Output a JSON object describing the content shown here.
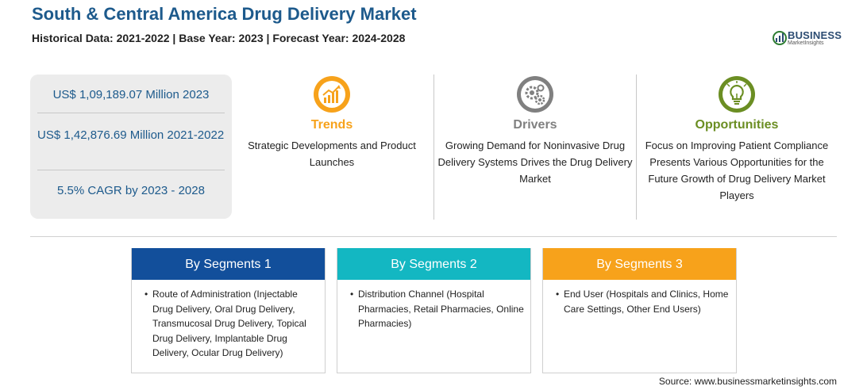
{
  "header": {
    "title": "South & Central America Drug Delivery Market",
    "subtitle": "Historical Data: 2021-2022 | Base Year: 2023 | Forecast Year: 2024-2028"
  },
  "logo": {
    "word": "BUSINESS",
    "sub": "MarketInsights"
  },
  "stats": {
    "value_2023": "US$ 1,09,189.07 Million 2023",
    "value_2021_2022": "US$ 1,42,876.69 Million 2021-2022",
    "cagr": "5.5% CAGR by 2023 - 2028"
  },
  "columns": {
    "trends": {
      "heading": "Trends",
      "text": "Strategic Developments and Product Launches",
      "icon": "growth-chart-icon",
      "color": "#f7a21b"
    },
    "drivers": {
      "heading": "Drivers",
      "text": "Growing Demand for Noninvasive Drug Delivery Systems Drives the Drug Delivery Market",
      "icon": "gears-icon",
      "color": "#808080"
    },
    "opportunities": {
      "heading": "Opportunities",
      "text": "Focus on Improving Patient Compliance Presents Various Opportunities for the Future Growth of Drug Delivery Market Players",
      "icon": "lightbulb-icon",
      "color": "#6b8e23"
    }
  },
  "segments": [
    {
      "heading": "By Segments 1",
      "color": "#124f9b",
      "items": [
        "Route of Administration (Injectable Drug Delivery, Oral Drug Delivery, Transmucosal Drug Delivery, Topical Drug Delivery, Implantable Drug Delivery, Ocular Drug Delivery)"
      ]
    },
    {
      "heading": "By Segments 2",
      "color": "#13b7c2",
      "items": [
        "Distribution Channel (Hospital Pharmacies, Retail Pharmacies, Online Pharmacies)"
      ]
    },
    {
      "heading": "By Segments 3",
      "color": "#f7a21b",
      "items": [
        "End User (Hospitals and Clinics, Home Care Settings, Other End Users)"
      ]
    }
  ],
  "footer": {
    "source": "Source: www.businessmarketinsights.com"
  }
}
